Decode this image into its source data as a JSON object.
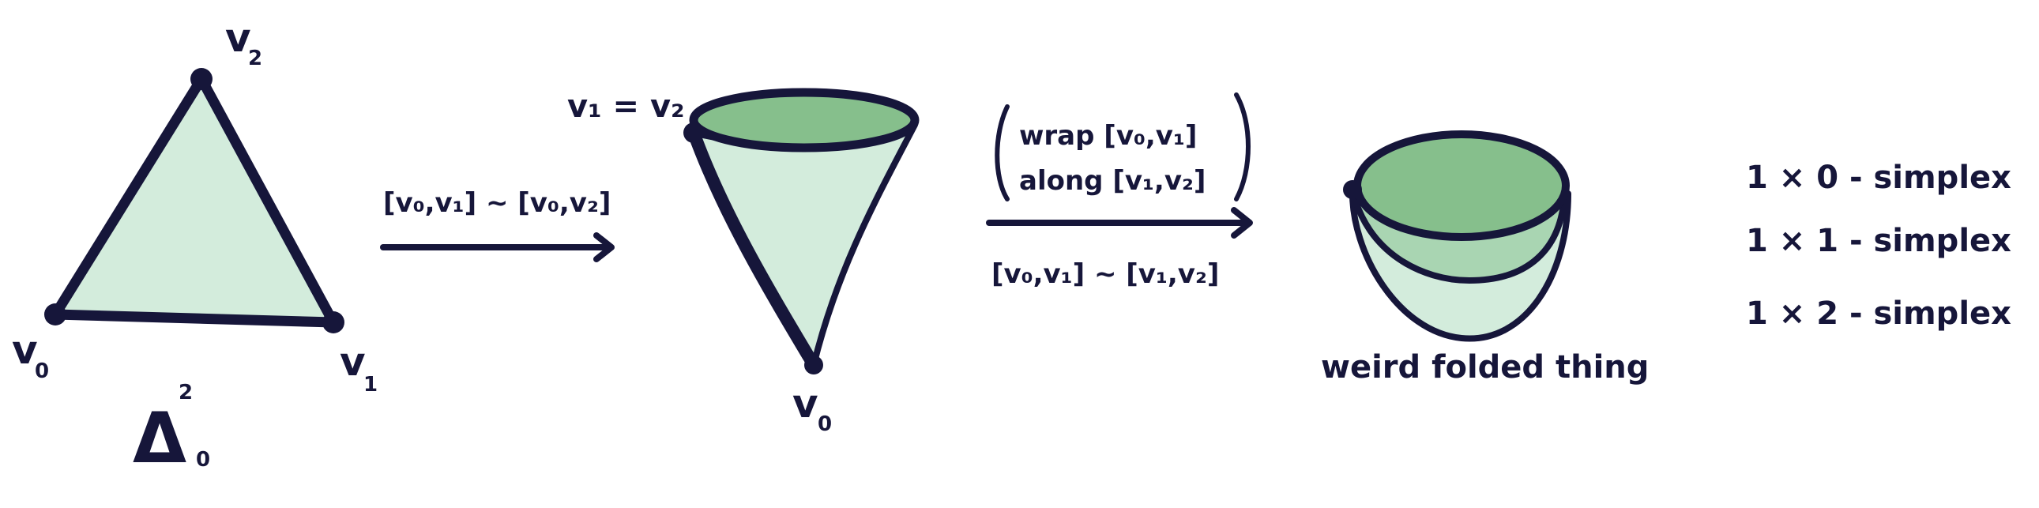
{
  "colors": {
    "ink": "#16163a",
    "fill_light": "#d3ecdc",
    "fill_mid": "#a9d5b2",
    "fill_dark": "#86bf8c"
  },
  "triangle": {
    "v0": "v",
    "v0_sub": "0",
    "v1": "v",
    "v1_sub": "1",
    "v2": "v",
    "v2_sub": "2",
    "name": "Δ",
    "name_sup": "2",
    "name_sub": "0"
  },
  "arrow1": {
    "label": "[v₀,v₁] ~ [v₀,v₂]"
  },
  "cone": {
    "top_label": "v₁ = v₂",
    "bottom_label": "v",
    "bottom_sub": "0"
  },
  "arrow2": {
    "line1": "wrap [v₀,v₁]",
    "line2": "along [v₁,v₂]",
    "below": "[v₀,v₁] ~ [v₁,v₂]"
  },
  "bowl": {
    "caption": "weird folded thing"
  },
  "counts": [
    {
      "text": "1 × 0 - simplex"
    },
    {
      "text": "1 × 1 - simplex"
    },
    {
      "text": "1 × 2 - simplex"
    }
  ]
}
